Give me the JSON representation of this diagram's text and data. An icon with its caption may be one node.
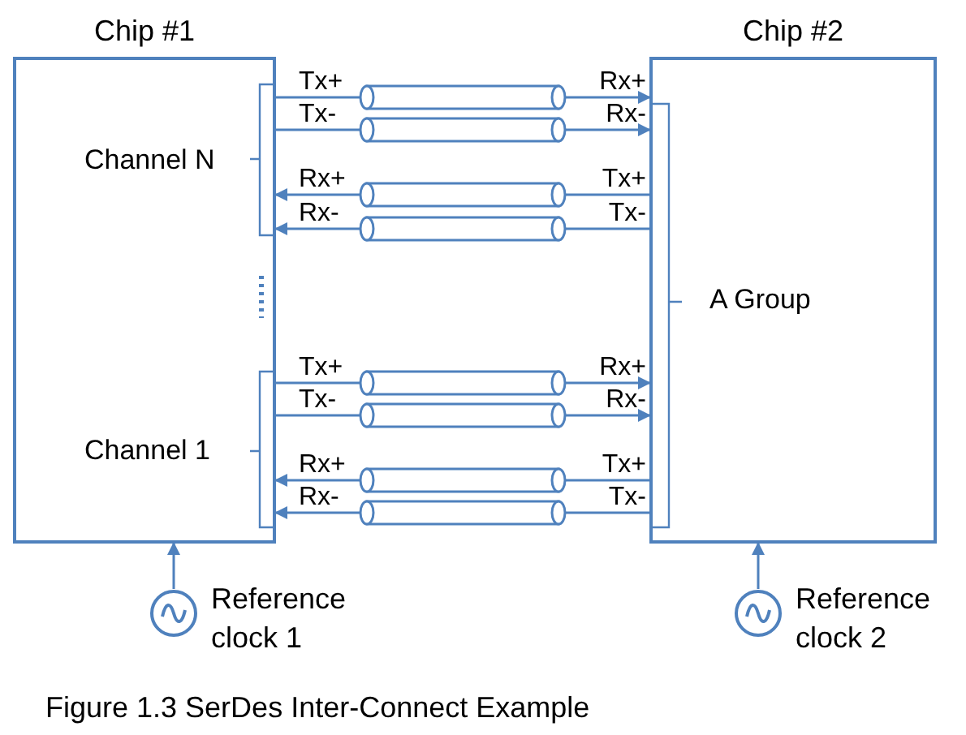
{
  "diagram": {
    "caption": "Figure 1.3 SerDes Inter-Connect Example",
    "nodes": [
      {
        "text": [
          "Chip #1"
        ]
      },
      {
        "text": [
          "Chip #2"
        ]
      },
      {
        "text": [],
        "shape": "circle",
        "beside": [
          "Reference clock 1"
        ]
      },
      {
        "text": [],
        "shape": "circle",
        "beside": [
          "Reference clock 2"
        ]
      }
    ],
    "edges": [
      {
        "from": 0,
        "to": 1,
        "arrow": "to"
      },
      {
        "from": 0,
        "to": 1,
        "arrow": "to"
      },
      {
        "from": 1,
        "to": 0,
        "arrow": "to"
      },
      {
        "from": 1,
        "to": 0,
        "arrow": "to"
      },
      {
        "from": 0,
        "to": 1,
        "arrow": "to"
      },
      {
        "from": 0,
        "to": 1,
        "arrow": "to"
      },
      {
        "from": 1,
        "to": 0,
        "arrow": "to"
      },
      {
        "from": 1,
        "to": 0,
        "arrow": "to"
      },
      {
        "from": 2,
        "to": 0,
        "arrow": "to"
      },
      {
        "from": 3,
        "to": 1,
        "arrow": "to"
      }
    ],
    "labels": [
      "Tx+",
      "Rx+",
      "Tx-",
      "Rx-",
      "Channel N",
      "Rx+",
      "Tx+",
      "Rx-",
      "Tx-",
      "A Group",
      "Tx+",
      "Rx+",
      "Tx-",
      "Rx-",
      "Channel 1",
      "Rx+",
      "Tx+",
      "Rx-",
      "Tx-"
    ]
  }
}
